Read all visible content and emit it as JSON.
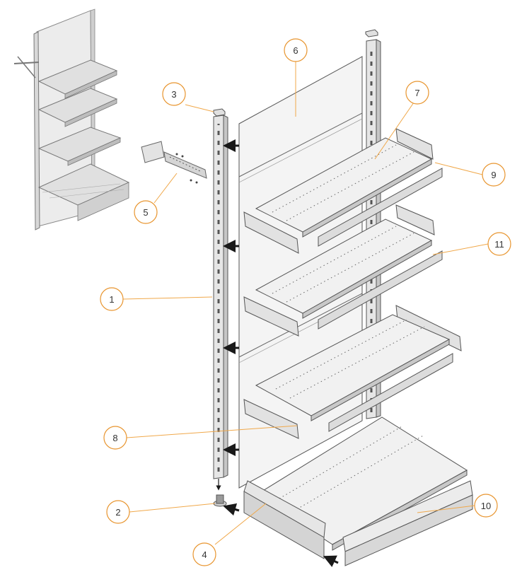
{
  "colors": {
    "callout": "#e8952f",
    "leader": "#f0a84a",
    "steel": "#d9d9d9",
    "steel_dark": "#8c8c8c",
    "outline": "#555555",
    "arrow": "#1a1a1a"
  },
  "callouts": [
    {
      "id": "1",
      "label": "1"
    },
    {
      "id": "2",
      "label": "2"
    },
    {
      "id": "3",
      "label": "3"
    },
    {
      "id": "4",
      "label": "4"
    },
    {
      "id": "5",
      "label": "5"
    },
    {
      "id": "6",
      "label": "6"
    },
    {
      "id": "7",
      "label": "7"
    },
    {
      "id": "8",
      "label": "8"
    },
    {
      "id": "9",
      "label": "9"
    },
    {
      "id": "10",
      "label": "10"
    },
    {
      "id": "11",
      "label": "11"
    }
  ]
}
